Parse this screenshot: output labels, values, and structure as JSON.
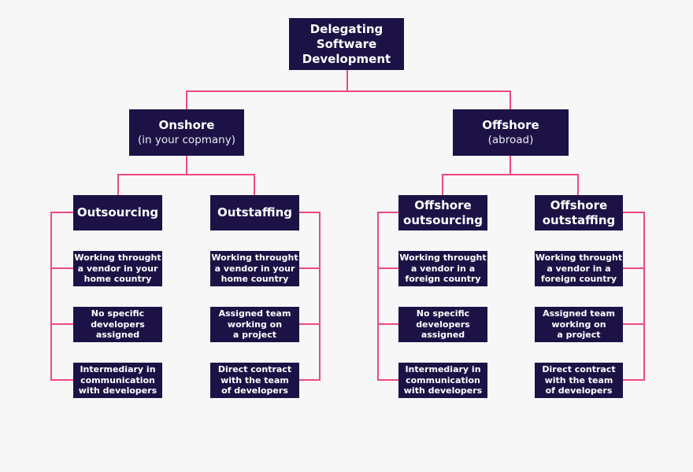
{
  "colors": {
    "bg": "#f7f7f8",
    "box": "#1d1245",
    "line": "#ef4881",
    "text": "#ffffff"
  },
  "diagram": {
    "root": {
      "label": "Delegating\nSoftware\nDevelopment"
    },
    "branches": [
      {
        "title": "Onshore",
        "subtitle": "(in your copmany)"
      },
      {
        "title": "Offshore",
        "subtitle": "(abroad)"
      }
    ],
    "columns": [
      {
        "header": "Outsourcing",
        "items": [
          "Working throught\na vendor in your\nhome country",
          "No specific\ndevelopers\nassigned",
          "Intermediary in\ncommunication\nwith developers"
        ]
      },
      {
        "header": "Outstaffing",
        "items": [
          "Working throught\na vendor in your\nhome country",
          "Assigned team\nworking on\na project",
          "Direct contract\nwith the team\nof developers"
        ]
      },
      {
        "header": "Offshore\noutsourcing",
        "items": [
          "Working throught\na vendor in a\nforeign country",
          "No specific\ndevelopers\nassigned",
          "Intermediary in\ncommunication\nwith developers"
        ]
      },
      {
        "header": "Offshore\noutstaffing",
        "items": [
          "Working throught\na vendor in a\nforeign country",
          "Assigned team\nworking on\na project",
          "Direct contract\nwith the team\nof developers"
        ]
      }
    ]
  }
}
